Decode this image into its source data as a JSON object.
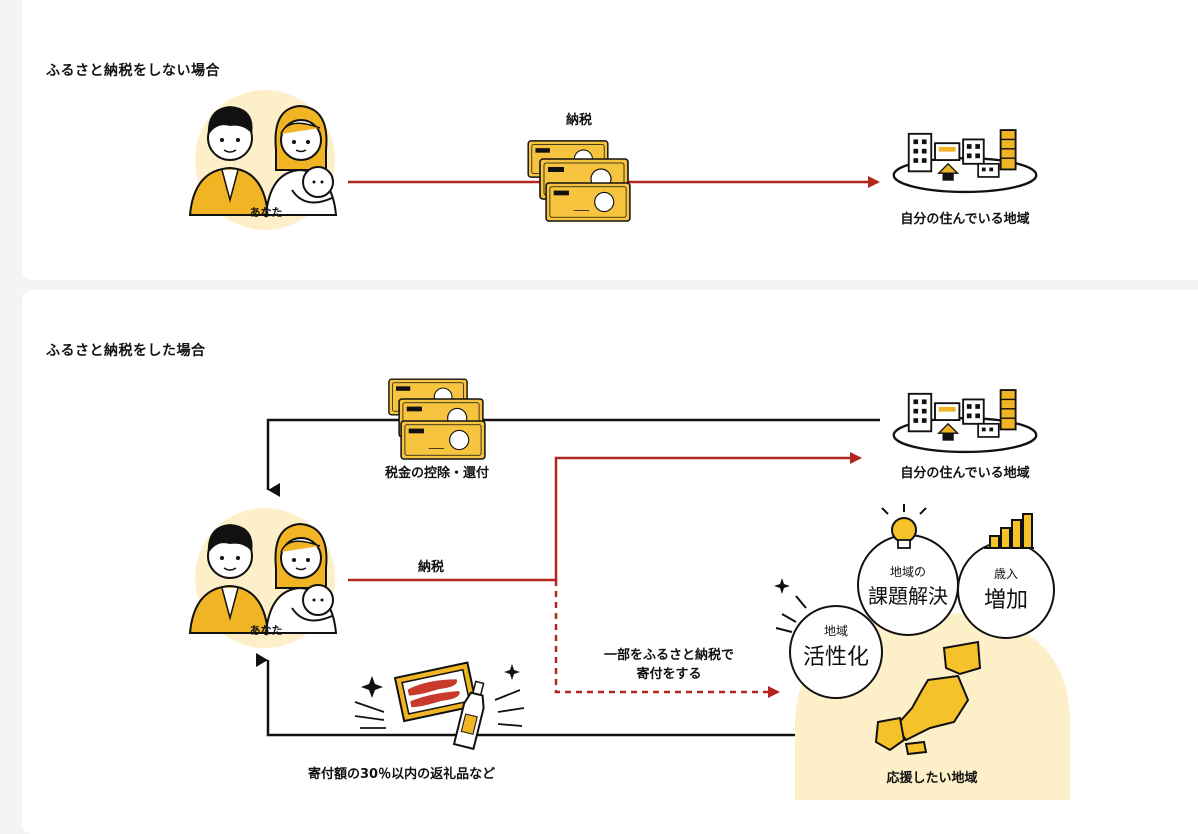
{
  "sections": {
    "without": {
      "title": "ふるさと納税をしない場合",
      "person_label": "あなた",
      "tax_label": "納税",
      "destination_label": "自分の住んでいる地域"
    },
    "with": {
      "title": "ふるさと納税をした場合",
      "person_label": "あなた",
      "tax_label": "納税",
      "deduction_label": "税金の控除・還付",
      "destination_label": "自分の住んでいる地域",
      "donation_label_line1": "一部をふるさと納税で",
      "donation_label_line2": "寄付をする",
      "gift_label": "寄付額の30％以内の返礼品など",
      "support_label": "応援したい地域",
      "circles": [
        {
          "small": "地域",
          "big": "活性化"
        },
        {
          "small": "地域の",
          "big": "課題解決"
        },
        {
          "small": "歳入",
          "big": "増加"
        }
      ]
    }
  },
  "colors": {
    "accent_red": "#b3261e",
    "mustard": "#f0b424",
    "cream": "#fdf0c8",
    "japan_yellow": "#f5c22a",
    "bill_yellow": "#f6c43e"
  },
  "icons": [
    "family-icon",
    "banknotes-icon",
    "town-icon",
    "lightbulb-icon",
    "bar-chart-icon",
    "japan-map-icon",
    "gift-box-icon",
    "sake-bottle-icon",
    "sparkle-icon"
  ]
}
